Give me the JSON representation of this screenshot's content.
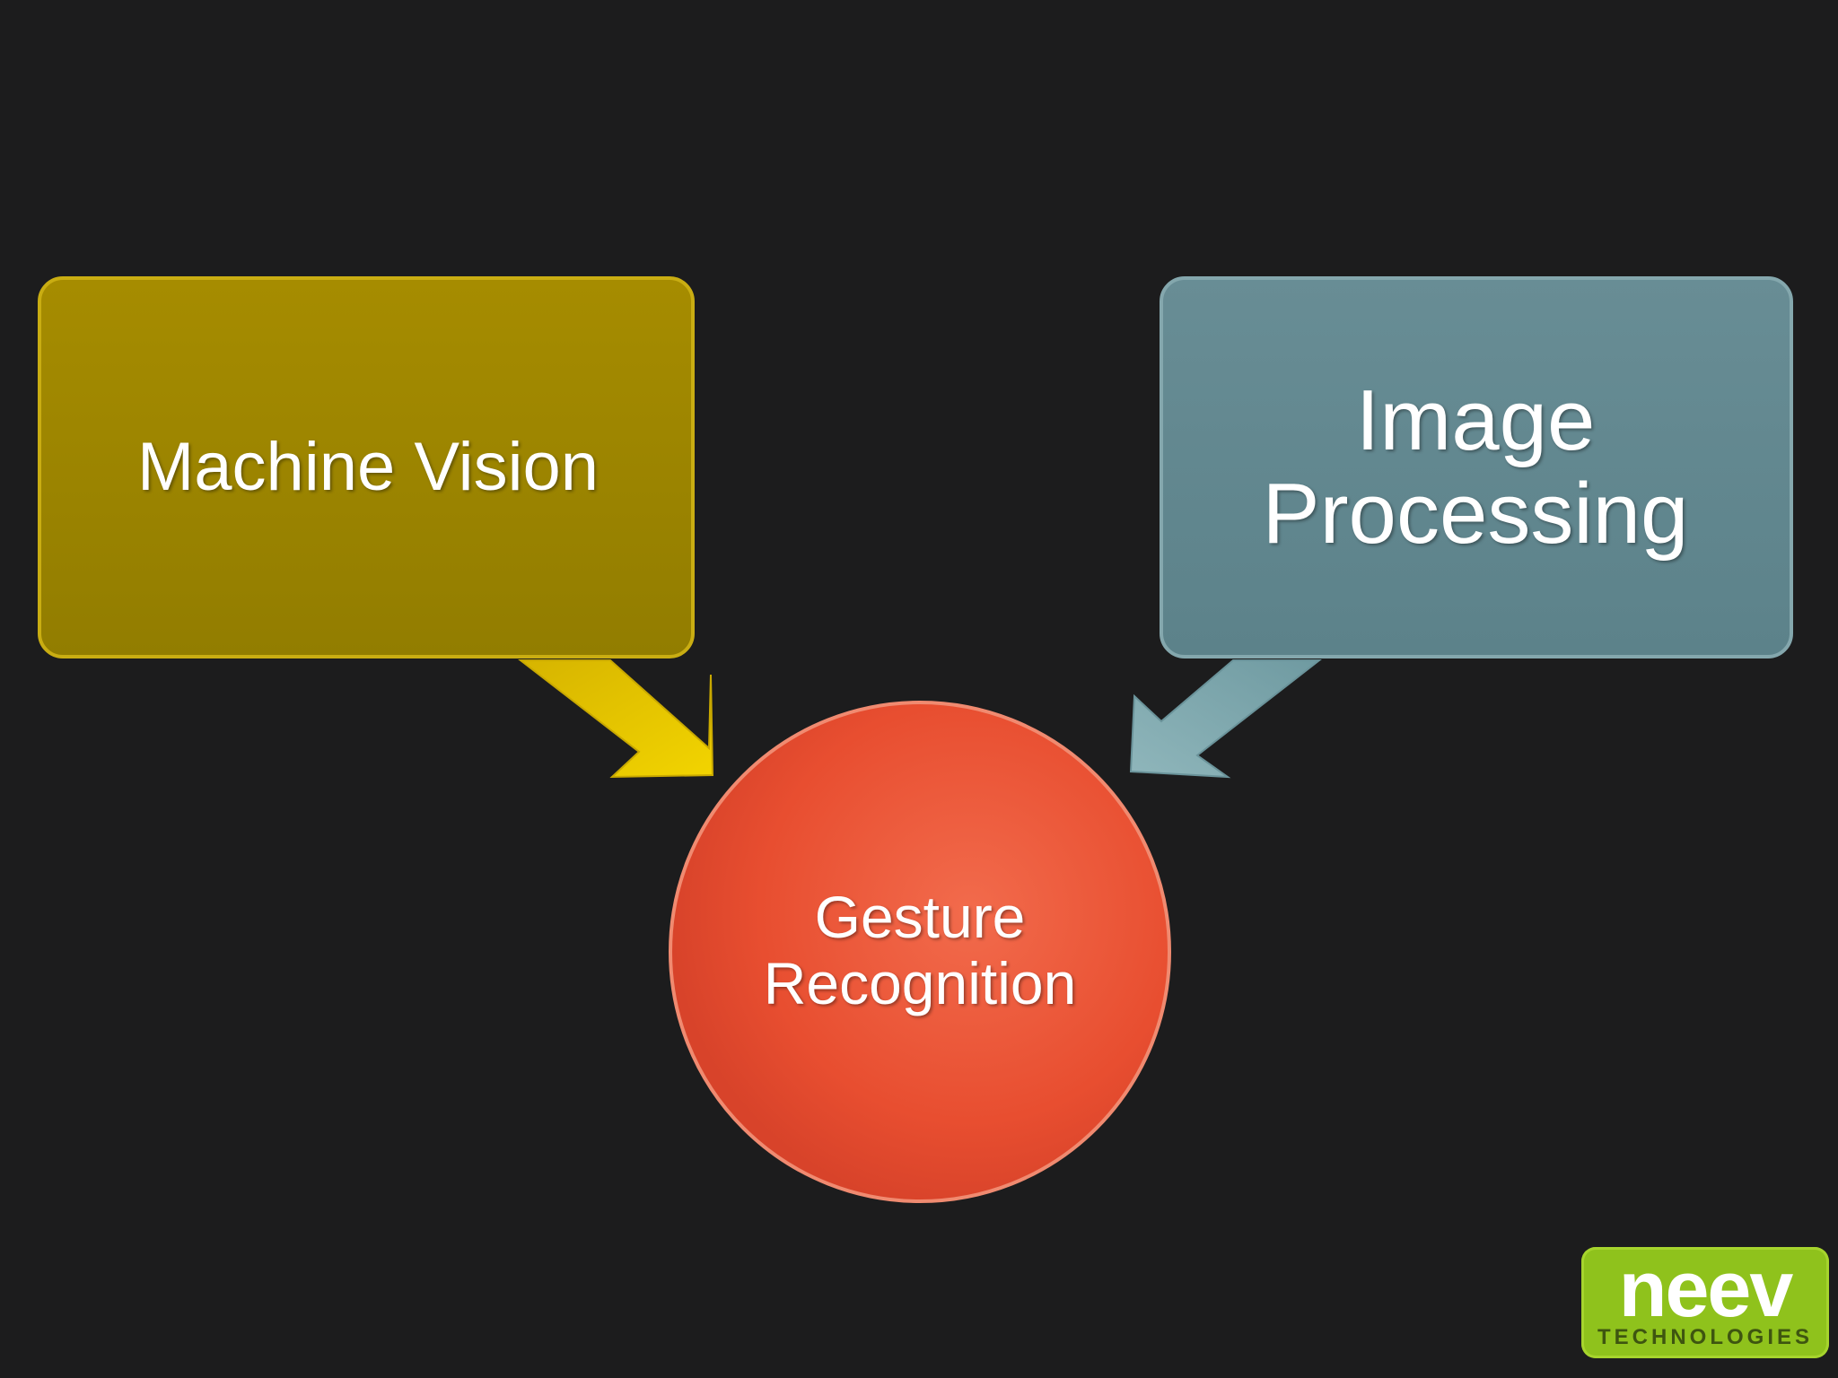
{
  "diagram": {
    "nodes": {
      "machine_vision": {
        "label": "Machine Vision",
        "color": "#9e8600"
      },
      "image_processing": {
        "label": "Image\nProcessing",
        "color": "#628890"
      },
      "gesture_recognition": {
        "label": "Gesture\nRecognition",
        "color": "#e84e30"
      }
    },
    "edges": [
      {
        "from": "machine_vision",
        "to": "gesture_recognition",
        "color": "#e8c800"
      },
      {
        "from": "image_processing",
        "to": "gesture_recognition",
        "color": "#7aa8ae"
      }
    ]
  },
  "logo": {
    "word": "neev",
    "tagline": "TECHNOLOGIES",
    "color": "#8fc21c"
  }
}
